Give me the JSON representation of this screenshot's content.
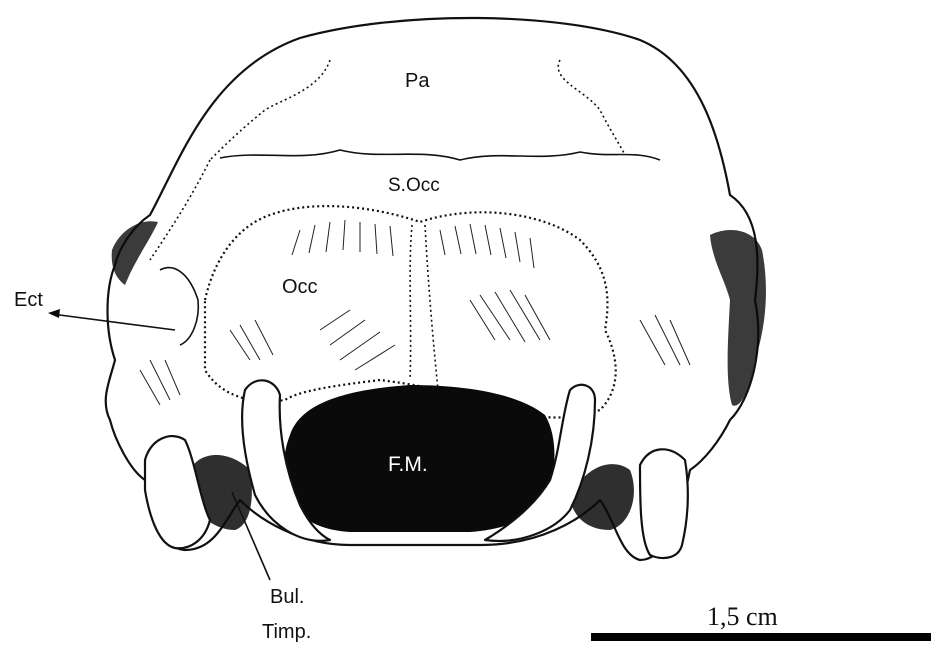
{
  "figure": {
    "labels": {
      "parietal": "Pa",
      "supraoccipital": "S.Occ",
      "occipital": "Occ",
      "ectotympanic": "Ect",
      "foramen_magnum": "F.M.",
      "bulla_line1": "Bul.",
      "bulla_line2": "Timp."
    },
    "scale_bar": {
      "label": "1,5 cm"
    }
  }
}
